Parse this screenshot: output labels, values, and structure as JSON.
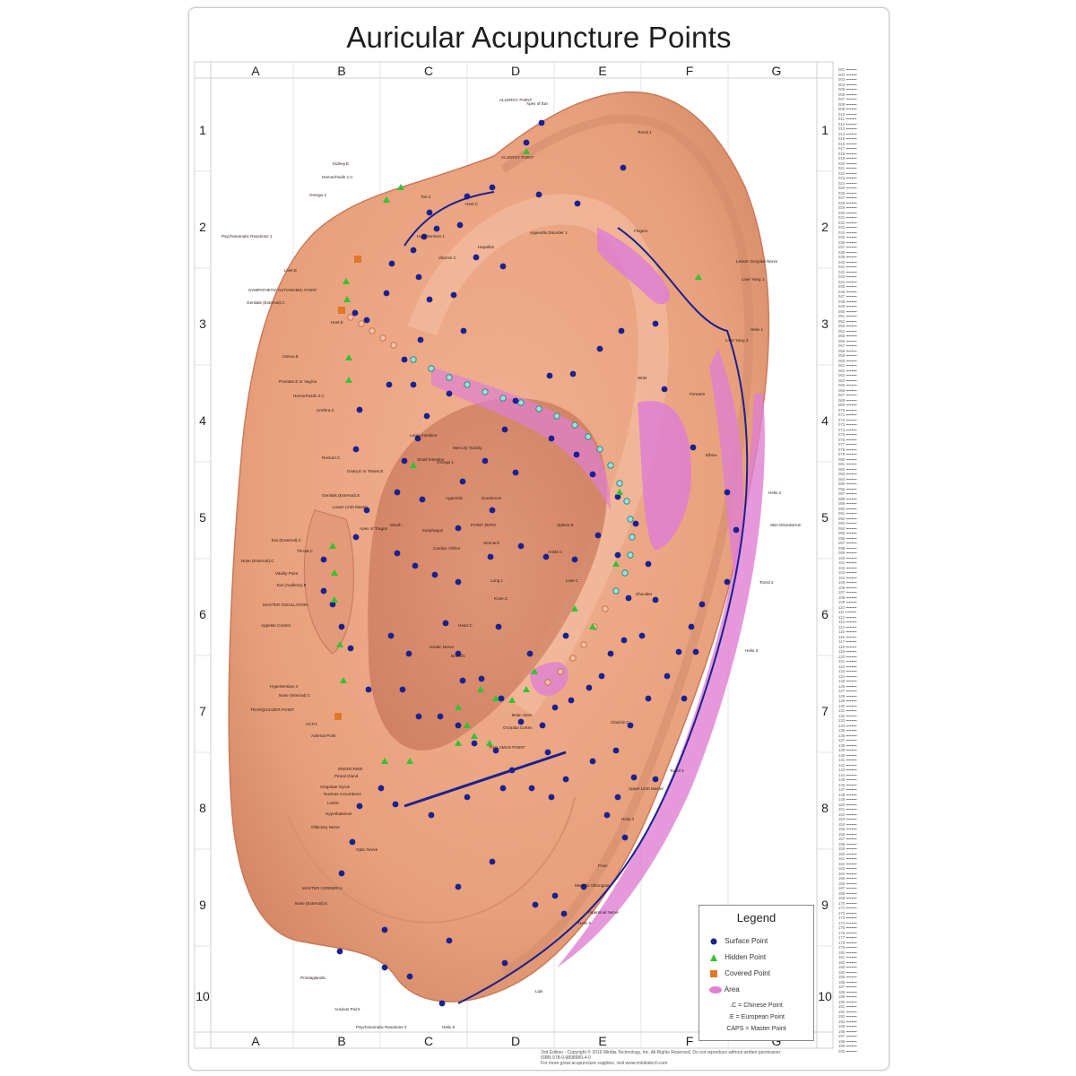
{
  "title": "Auricular Acupuncture Points",
  "columns": [
    "A",
    "B",
    "C",
    "D",
    "E",
    "F",
    "G"
  ],
  "rows": [
    "1",
    "2",
    "3",
    "4",
    "5",
    "6",
    "7",
    "8",
    "9",
    "10"
  ],
  "colors": {
    "surface": "#1a2190",
    "hidden": "#33c233",
    "covered": "#e0782a",
    "area": "#df7fd2",
    "skin": "#e8a07a"
  },
  "labels": [
    {
      "t": "ALLERGY POINT"
    },
    {
      "t": "Apex of Ear"
    },
    {
      "t": "ALLERGY POINT"
    },
    {
      "t": "Tonsil 1"
    },
    {
      "t": "Kidney.E"
    },
    {
      "t": "Hemorrhoids 1.C"
    },
    {
      "t": "Omega 2"
    },
    {
      "t": "Psychosomatic Reactions 1"
    },
    {
      "t": "Liver.E"
    },
    {
      "t": "SYMPATHETIC AUTONOMIC POINT"
    },
    {
      "t": "Genitals (External).C"
    },
    {
      "t": "Heel.E"
    },
    {
      "t": "Toe.C"
    },
    {
      "t": "Heel.C"
    },
    {
      "t": "Hypertension 1"
    },
    {
      "t": "Vitamin C"
    },
    {
      "t": "Hepatitis"
    },
    {
      "t": "Appendix Disorder 1"
    },
    {
      "t": "Fingers"
    },
    {
      "t": "Lesser Occipital Nerve"
    },
    {
      "t": "Liver Yang 1"
    },
    {
      "t": "Helix 1"
    },
    {
      "t": "Liver Yang 2"
    },
    {
      "t": "Uterus.E"
    },
    {
      "t": "Prostate.E or Vagina"
    },
    {
      "t": "Hemorrhoids 2.C"
    },
    {
      "t": "Urethra.C"
    },
    {
      "t": "Rectum.C"
    },
    {
      "t": "Ovary.E or Testes.E"
    },
    {
      "t": "Genitals (External).E"
    },
    {
      "t": "Lower Limb Master"
    },
    {
      "t": "Apex of Tragus"
    },
    {
      "t": "Ear (External).C"
    },
    {
      "t": "Throat.C"
    },
    {
      "t": "Nose (External).C"
    },
    {
      "t": "Vitality Point"
    },
    {
      "t": "Ear (Auditory).E"
    },
    {
      "t": "MASTER OSCILLATION"
    },
    {
      "t": "Appetite Control"
    },
    {
      "t": "Hypertension 3"
    },
    {
      "t": "Nose (Internal).C"
    },
    {
      "t": "TRANQUILIZER POINT"
    },
    {
      "t": "ACTH"
    },
    {
      "t": "Adrenal Point"
    },
    {
      "t": "ENDOCRINE"
    },
    {
      "t": "Pineal Gland"
    },
    {
      "t": "Cingulate Gyrus"
    },
    {
      "t": "Nucleus Accumbens"
    },
    {
      "t": "Limbic"
    },
    {
      "t": "Hypothalamus"
    },
    {
      "t": "Olfactory Nerve"
    },
    {
      "t": "Optic Nerve"
    },
    {
      "t": "MASTER CEREBRAL"
    },
    {
      "t": "Nose (External).E"
    },
    {
      "t": "Prostaglandin"
    },
    {
      "t": "Anxious Point"
    },
    {
      "t": "Psychosomatic Reactions 2"
    },
    {
      "t": "Helix 6"
    },
    {
      "t": "Lips"
    },
    {
      "t": "Helix 5"
    },
    {
      "t": "Trigeminal Nerve"
    },
    {
      "t": "Medulla Oblongata"
    },
    {
      "t": "Pons"
    },
    {
      "t": "Helix 4"
    },
    {
      "t": "Upper Limb Master"
    },
    {
      "t": "Tonsil 3"
    },
    {
      "t": "Helix 3"
    },
    {
      "t": "Tonsil 2"
    },
    {
      "t": "Skin Disorders.E"
    },
    {
      "t": "Helix 2"
    },
    {
      "t": "Elbow"
    },
    {
      "t": "Forearm"
    },
    {
      "t": "Wrist"
    },
    {
      "t": "Small Intestine"
    },
    {
      "t": "Large Intestine"
    },
    {
      "t": "Mercury Toxicity"
    },
    {
      "t": "Omega 1"
    },
    {
      "t": "Appendix"
    },
    {
      "t": "Esophagus"
    },
    {
      "t": "Cardiac Orifice"
    },
    {
      "t": "Mouth"
    },
    {
      "t": "Stomach"
    },
    {
      "t": "Duodenum"
    },
    {
      "t": "POINT ZERO"
    },
    {
      "t": "Lung 1"
    },
    {
      "t": "Heart.C"
    },
    {
      "t": "Bronchi"
    },
    {
      "t": "Spleen.E"
    },
    {
      "t": "Liver.C"
    },
    {
      "t": "Shoulder"
    },
    {
      "t": "Clavicle.C"
    },
    {
      "t": "THALAMUS POINT"
    },
    {
      "t": "Brain Stem"
    },
    {
      "t": "Occipital Cortex"
    },
    {
      "t": "Sciatic Nerve"
    },
    {
      "t": "Knee.C"
    },
    {
      "t": "Ankle.C"
    }
  ],
  "legend": {
    "title": "Legend",
    "items": [
      {
        "symbol": "surface",
        "label": "Surface Point"
      },
      {
        "symbol": "hidden",
        "label": "Hidden Point"
      },
      {
        "symbol": "covered",
        "label": "Covered Point"
      },
      {
        "symbol": "area",
        "label": "Area"
      }
    ],
    "notes": [
      ".C = Chinese Point",
      ".E = European Point",
      "CAPS = Master Point"
    ]
  },
  "footer": {
    "line1": "2nd Edition - Copyright © 2016 Miridia Technology, Inc. All Rights Reserved. Do not reproduce without written permission.",
    "line2": "ISBN 978-0-9898980-4-0",
    "line3": "For more great acupuncture supplies, visit www.miridiatech.com"
  }
}
